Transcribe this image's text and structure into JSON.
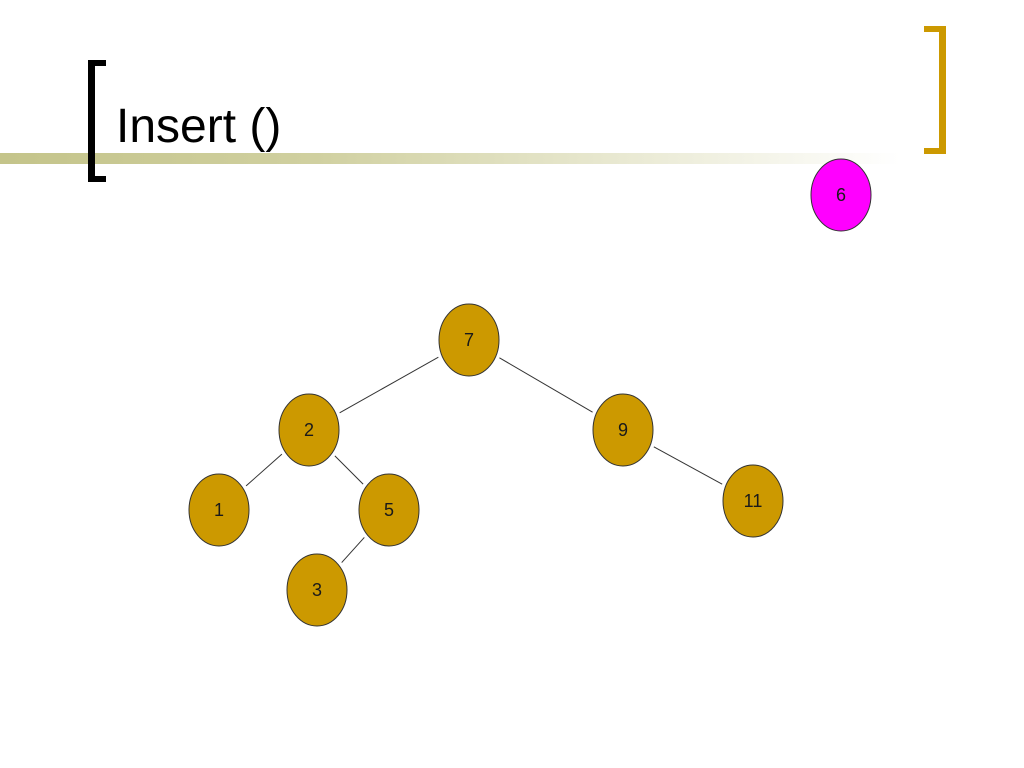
{
  "slide": {
    "title": "Insert ()"
  },
  "colors": {
    "node_fill": "#cc9900",
    "node_stroke": "#333333",
    "new_node_fill": "#ff00ff",
    "edge": "#333333",
    "bracket_left": "#000000",
    "bracket_right": "#cc9900"
  },
  "diagram": {
    "new_node": {
      "id": "n6",
      "label": "6"
    },
    "nodes": [
      {
        "id": "n7",
        "label": "7"
      },
      {
        "id": "n2",
        "label": "2"
      },
      {
        "id": "n9",
        "label": "9"
      },
      {
        "id": "n1",
        "label": "1"
      },
      {
        "id": "n5",
        "label": "5"
      },
      {
        "id": "n11",
        "label": "11"
      },
      {
        "id": "n3",
        "label": "3"
      }
    ],
    "edges": [
      {
        "from": "n7",
        "to": "n2"
      },
      {
        "from": "n7",
        "to": "n9"
      },
      {
        "from": "n2",
        "to": "n1"
      },
      {
        "from": "n2",
        "to": "n5"
      },
      {
        "from": "n9",
        "to": "n11"
      },
      {
        "from": "n5",
        "to": "n3"
      }
    ]
  }
}
